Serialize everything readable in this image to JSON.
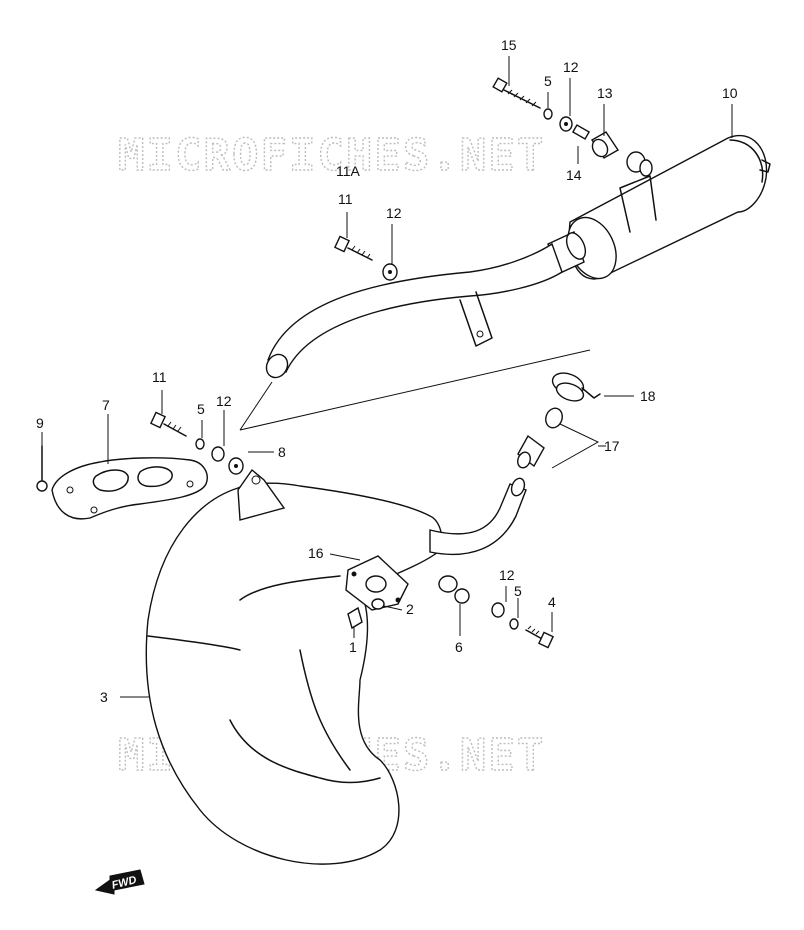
{
  "watermark": "MICROFICHES.NET",
  "fwd_label": "FWD",
  "callouts": [
    {
      "id": "p15",
      "label": "15"
    },
    {
      "id": "p5a",
      "label": "5"
    },
    {
      "id": "p12a",
      "label": "12"
    },
    {
      "id": "p13",
      "label": "13"
    },
    {
      "id": "p10",
      "label": "10"
    },
    {
      "id": "p14",
      "label": "14"
    },
    {
      "id": "p11A",
      "label": "11A"
    },
    {
      "id": "p11a",
      "label": "11"
    },
    {
      "id": "p12b",
      "label": "12"
    },
    {
      "id": "p11b",
      "label": "11"
    },
    {
      "id": "p9",
      "label": "9"
    },
    {
      "id": "p7",
      "label": "7"
    },
    {
      "id": "p5b",
      "label": "5"
    },
    {
      "id": "p12c",
      "label": "12"
    },
    {
      "id": "p8",
      "label": "8"
    },
    {
      "id": "p18",
      "label": "18"
    },
    {
      "id": "p17",
      "label": "17"
    },
    {
      "id": "p16",
      "label": "16"
    },
    {
      "id": "p2",
      "label": "2"
    },
    {
      "id": "p1",
      "label": "1"
    },
    {
      "id": "p12d",
      "label": "12"
    },
    {
      "id": "p5c",
      "label": "5"
    },
    {
      "id": "p4",
      "label": "4"
    },
    {
      "id": "p6",
      "label": "6"
    },
    {
      "id": "p3",
      "label": "3"
    }
  ]
}
